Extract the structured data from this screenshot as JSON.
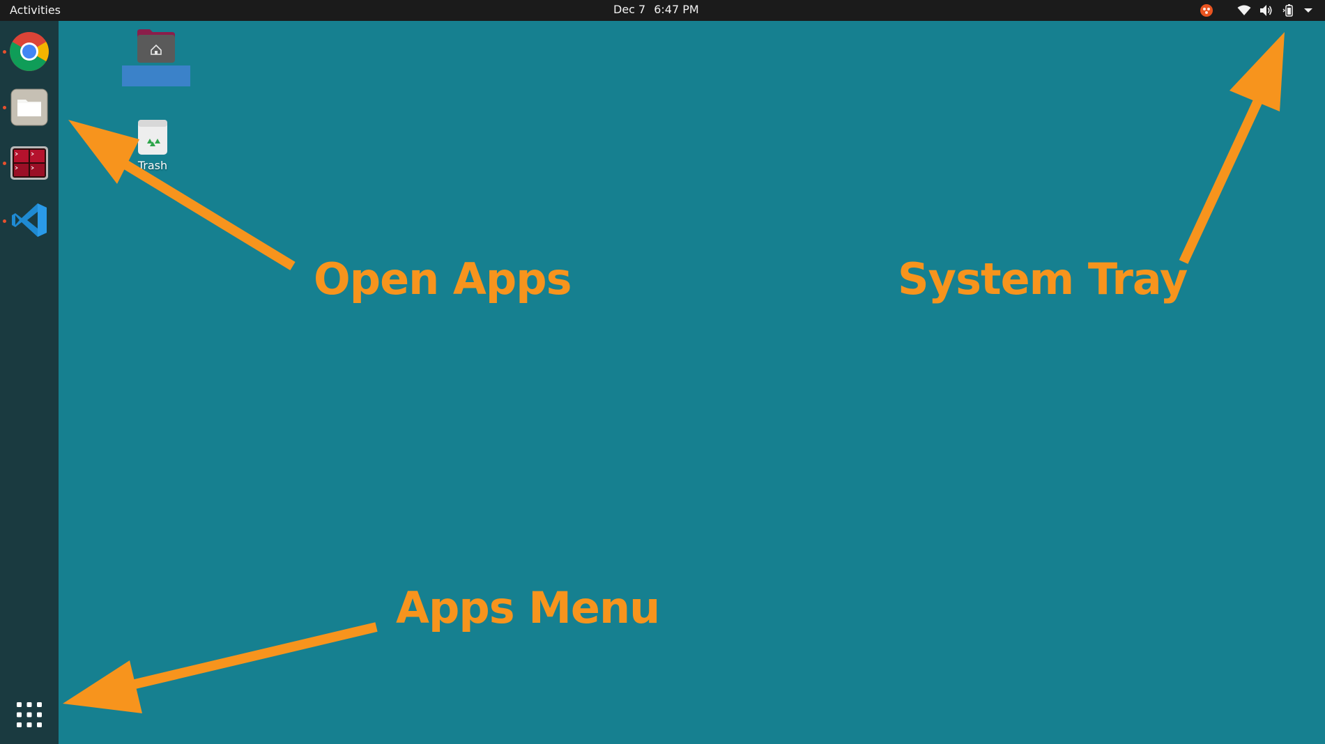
{
  "topbar": {
    "activities_label": "Activities",
    "date": "Dec 7",
    "time": "6:47 PM"
  },
  "tray": {
    "icons": [
      "app-indicator-icon",
      "wifi-icon",
      "volume-icon",
      "battery-icon",
      "system-menu-chevron-icon"
    ]
  },
  "dock": {
    "apps": [
      {
        "name": "Google Chrome",
        "icon": "chrome-icon",
        "running": true
      },
      {
        "name": "Files",
        "icon": "files-icon",
        "running": true
      },
      {
        "name": "Terminal Workspaces",
        "icon": "terminal-icon",
        "running": true
      },
      {
        "name": "Visual Studio Code",
        "icon": "vscode-icon",
        "running": true
      }
    ],
    "apps_menu_icon": "app-grid-icon"
  },
  "desktop": {
    "home_label": "",
    "trash_label": "Trash"
  },
  "annotations": {
    "open_apps": "Open Apps",
    "system_tray": "System Tray",
    "apps_menu": "Apps Menu",
    "color": "#f7941d"
  },
  "colors": {
    "desktop_bg": "#168090",
    "topbar_bg": "#1b1b1b",
    "dock_bg": "#1a3a40",
    "running_indicator": "#e8502d"
  }
}
